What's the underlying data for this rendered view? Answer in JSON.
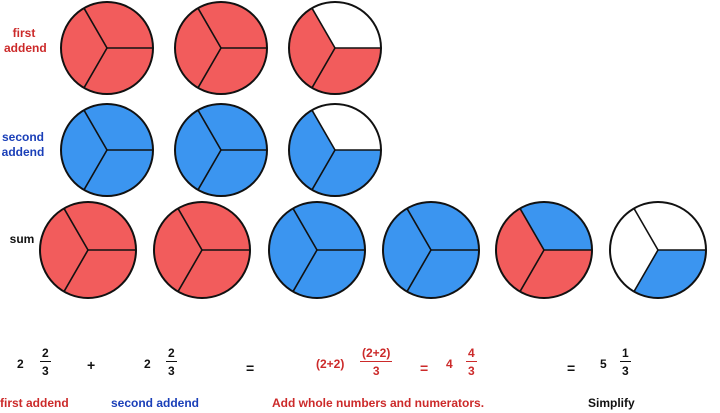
{
  "colors": {
    "red": "#f25c5c",
    "blue": "#3b95f0",
    "empty": "#ffffff",
    "stroke": "#111111",
    "text_red": "#cc2a2a",
    "text_blue": "#1a3fb8"
  },
  "labels": {
    "first_line1": "first",
    "first_line2": "addend",
    "second_line1": "second",
    "second_line2": "addend",
    "sum": "sum"
  },
  "rows": [
    {
      "name": "first-addend",
      "circles": [
        {
          "filled": 3,
          "color": "red"
        },
        {
          "filled": 3,
          "color": "red"
        },
        {
          "filled": 2,
          "color": "red"
        }
      ]
    },
    {
      "name": "second-addend",
      "circles": [
        {
          "filled": 3,
          "color": "blue"
        },
        {
          "filled": 3,
          "color": "blue"
        },
        {
          "filled": 2,
          "color": "blue"
        }
      ]
    },
    {
      "name": "sum",
      "circles": [
        {
          "slices": [
            "red",
            "red",
            "red"
          ]
        },
        {
          "slices": [
            "red",
            "red",
            "red"
          ]
        },
        {
          "slices": [
            "blue",
            "blue",
            "blue"
          ]
        },
        {
          "slices": [
            "blue",
            "blue",
            "blue"
          ]
        },
        {
          "slices": [
            "blue",
            "red",
            "red"
          ]
        },
        {
          "slices": [
            "empty",
            "blue",
            "empty"
          ]
        }
      ]
    }
  ],
  "equation": {
    "a_whole": "2",
    "a_num": "2",
    "a_den": "3",
    "plus": "+",
    "b_whole": "2",
    "b_num": "2",
    "b_den": "3",
    "eq1": "=",
    "whole_sum": "(2+2)",
    "num_sum": "(2+2)",
    "num_sum_den": "3",
    "eq_inner": "=",
    "r_whole": "4",
    "r_num": "4",
    "r_den": "3",
    "eq2": "=",
    "s_whole": "5",
    "s_num": "1",
    "s_den": "3"
  },
  "captions": {
    "first_addend": "first addend",
    "second_addend": "second addend",
    "add_whole": "Add whole numbers and numerators.",
    "simplify": "Simplify"
  }
}
